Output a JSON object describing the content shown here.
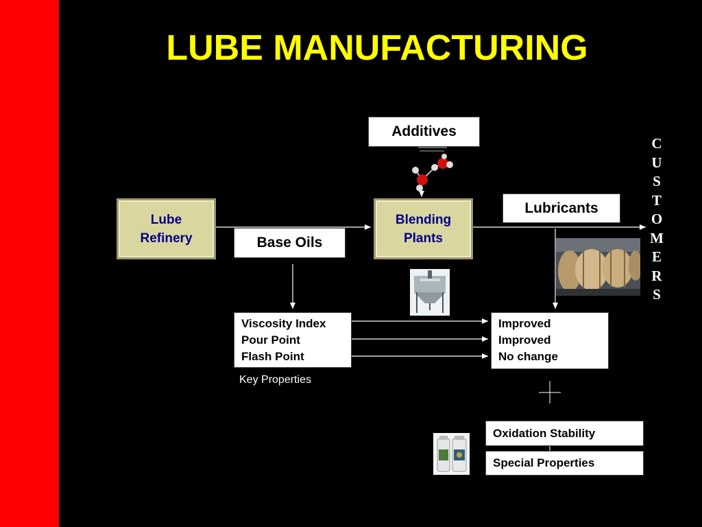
{
  "slide": {
    "title": "LUBE MANUFACTURING",
    "accent_color": "#ff0000",
    "title_color": "#ffff00"
  },
  "diagram": {
    "lube_refinery": "Lube Refinery",
    "base_oils": "Base Oils",
    "additives": "Additives",
    "blending_plants": "Blending Plants",
    "lubricants": "Lubricants",
    "customers_letters": [
      "C",
      "U",
      "S",
      "T",
      "O",
      "M",
      "E",
      "R",
      "S"
    ],
    "key_properties_label": "Key Properties",
    "key_properties": [
      "Viscosity Index",
      "Pour Point",
      "Flash Point"
    ],
    "effects": [
      "Improved",
      "Improved",
      "No change"
    ],
    "oxidation_stability": "Oxidation Stability",
    "special_properties": "Special Properties",
    "icons": [
      "molecule-icon",
      "blending-tank-icon",
      "oil-barrels-icon",
      "lube-bottles-icon"
    ]
  }
}
